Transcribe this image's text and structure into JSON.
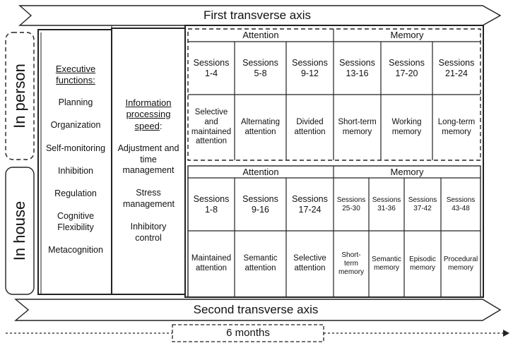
{
  "axes": {
    "first": "First transverse axis",
    "second": "Second transverse axis",
    "duration": "6 months"
  },
  "modes": {
    "in_person": "In person",
    "in_house": "In house"
  },
  "executive": {
    "title_line1": "Executive",
    "title_line2": "functions:",
    "items": [
      "Planning",
      "Organization",
      "Self-monitoring",
      "Inhibition",
      "Regulation",
      "Cognitive Flexibility",
      "Metacognition"
    ]
  },
  "processing": {
    "title_line1": "Information",
    "title_line2": "processing",
    "title_line3a": "speed",
    "title_line3b": ":",
    "items": [
      "Adjustment and time management",
      "Stress management",
      "Inhibitory control"
    ]
  },
  "in_person_block": {
    "attention_header": "Attention",
    "memory_header": "Memory",
    "sessions": [
      "Sessions 1-4",
      "Sessions 5-8",
      "Sessions 9-12",
      "Sessions 13-16",
      "Sessions 17-20",
      "Sessions 21-24"
    ],
    "skills": [
      "Selective and maintained attention",
      "Alternating attention",
      "Divided attention",
      "Short-term memory",
      "Working memory",
      "Long-term memory"
    ]
  },
  "in_house_block": {
    "attention_header": "Attention",
    "memory_header": "Memory",
    "sessions": [
      "Sessions 1-8",
      "Sessions 9-16",
      "Sessions 17-24",
      "Sessions 25-30",
      "Sessions 31-36",
      "Sessions 37-42",
      "Sessions 43-48"
    ],
    "skills": [
      "Maintained attention",
      "Semantic attention",
      "Selective attention",
      "Short-term memory",
      "Semantic memory",
      "Episodic memory",
      "Procedural memory"
    ]
  }
}
